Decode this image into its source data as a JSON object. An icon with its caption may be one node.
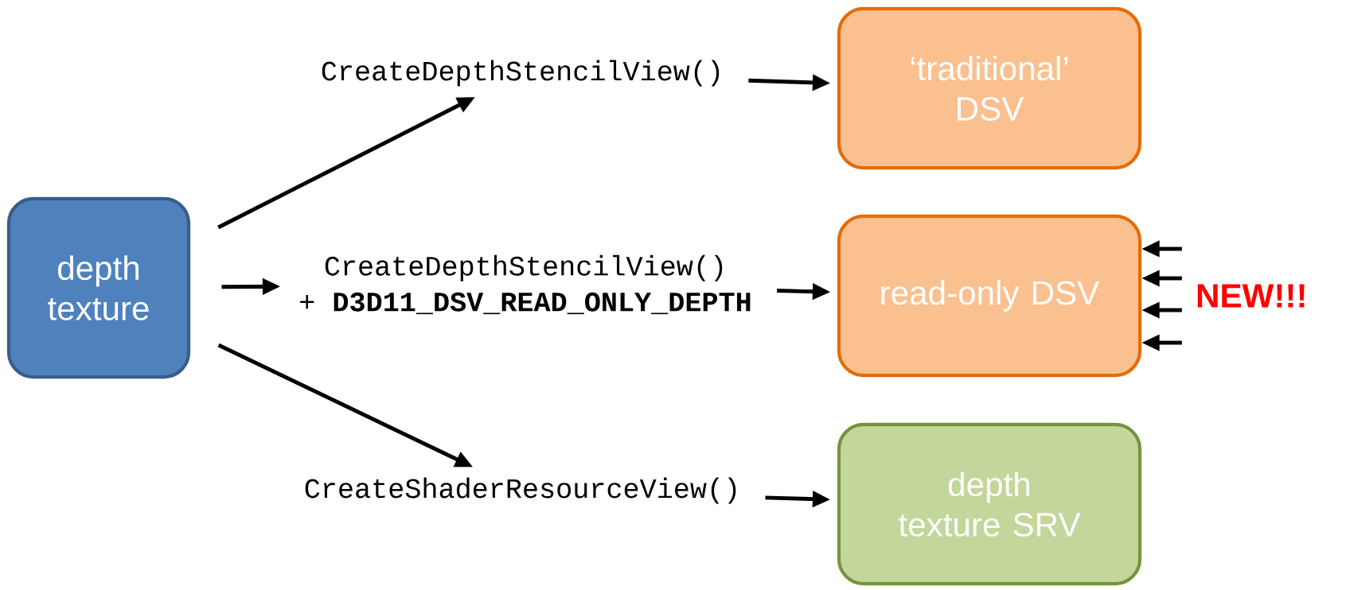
{
  "diagram": {
    "nodes": [
      {
        "text": [
          "depth texture"
        ]
      },
      {
        "text": [
          "CreateDepthStencilView()"
        ]
      },
      {
        "text": [
          "CreateDepthStencilView()",
          "+ **D3D11_DSV_READ_ONLY_DEPTH**"
        ]
      },
      {
        "text": [
          "CreateShaderResourceView()"
        ]
      },
      {
        "text": [
          "‘traditional’ DSV"
        ]
      },
      {
        "text": [
          "read-only DSV"
        ]
      },
      {
        "text": [
          "depth texture SRV"
        ]
      },
      {
        "text": [
          "NEW!!!"
        ]
      }
    ],
    "edges": [
      {
        "from": 0,
        "to": 1,
        "arrow": "to"
      },
      {
        "from": 0,
        "to": 2,
        "arrow": "to"
      },
      {
        "from": 0,
        "to": 3,
        "arrow": "to"
      },
      {
        "from": 1,
        "to": 4,
        "arrow": "to"
      },
      {
        "from": 2,
        "to": 5,
        "arrow": "to"
      },
      {
        "from": 3,
        "to": 6,
        "arrow": "to"
      },
      {
        "from": 7,
        "to": 5,
        "arrow": "to"
      },
      {
        "from": 7,
        "to": 5,
        "arrow": "to"
      },
      {
        "from": 7,
        "to": 5,
        "arrow": "to"
      },
      {
        "from": 7,
        "to": 5,
        "arrow": "to"
      }
    ]
  }
}
